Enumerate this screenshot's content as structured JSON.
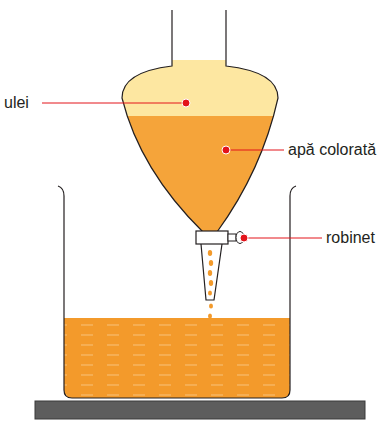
{
  "diagram": {
    "labels": [
      "ulei",
      "apă colorată",
      "robinet"
    ]
  }
}
